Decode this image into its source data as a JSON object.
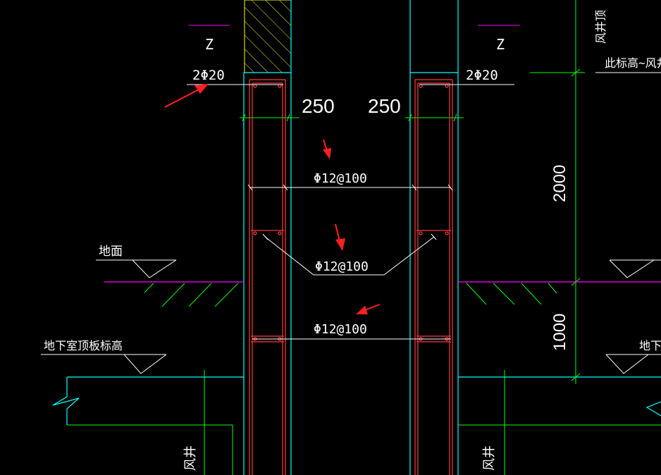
{
  "drawing": {
    "left_wall": {
      "section_mark": "Z",
      "rebar_label": "2Φ20",
      "thickness_label": "250",
      "wall_ref_label": "风井"
    },
    "right_wall": {
      "section_mark": "Z",
      "rebar_label": "2Φ20",
      "thickness_label": "250",
      "wall_ref_label": "风井"
    },
    "stirrup_labels": [
      "Φ12@100",
      "Φ12@100",
      "Φ12@100"
    ],
    "ground_label": "地面",
    "basement_roof_label": "地下室顶板标高",
    "basement_roof_label_right": "地下室",
    "top_note": "此标高~风井",
    "top_vertical_note": "风井顶",
    "dimensions": {
      "upper": "2000",
      "lower": "1000"
    },
    "colors": {
      "background": "#000000",
      "wall_outline": "#00ffff",
      "rebar": "#ff3b3b",
      "dimension": "#00ff00",
      "ground_line": "#ff00ff",
      "hatch": "#ffff00",
      "annotation": "#ffffff",
      "arrow": "#ff2020"
    }
  }
}
